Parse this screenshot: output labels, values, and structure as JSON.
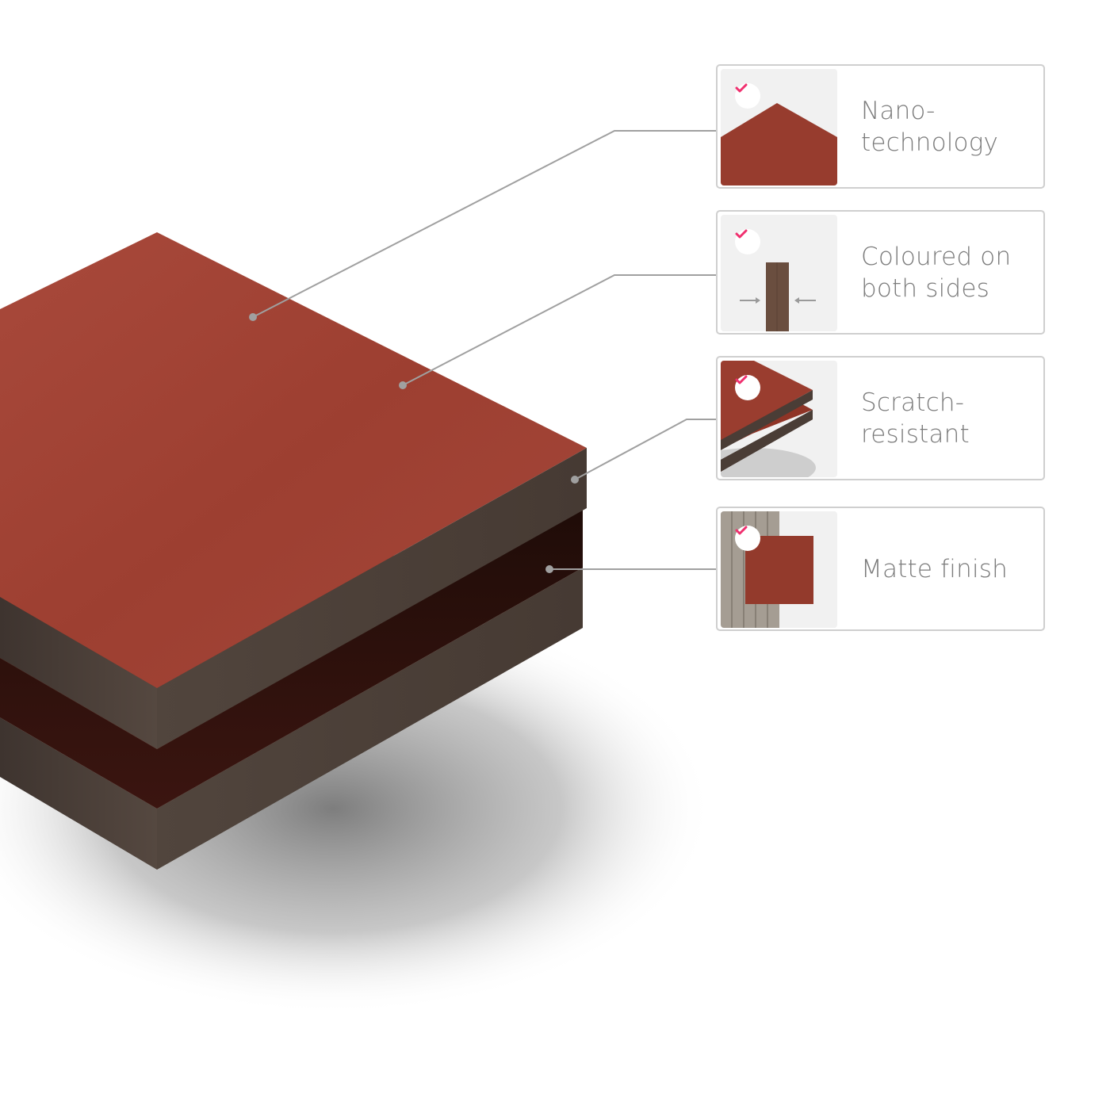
{
  "colors": {
    "panel_top": "#9a3d2f",
    "panel_top_light": "#a5473a",
    "panel_edge": "#4a3d36",
    "inner_face": "#2a110c",
    "callout_line": "#a0a0a0",
    "card_border": "#cfcfcf",
    "thumb_bg": "#f1f1f1",
    "check_mark": "#f0306f",
    "label_text": "#7b7b7b"
  },
  "features": [
    {
      "label": "Nano-\ntechnology",
      "icon": "nano-technology-thumbnail",
      "check_icon": "checkmark-icon"
    },
    {
      "label": "Coloured on\nboth sides",
      "icon": "coloured-both-sides-thumbnail",
      "check_icon": "checkmark-icon"
    },
    {
      "label": "Scratch-\nresistant",
      "icon": "scratch-resistant-thumbnail",
      "check_icon": "checkmark-icon"
    },
    {
      "label": "Matte finish",
      "icon": "matte-finish-thumbnail",
      "check_icon": "checkmark-icon"
    }
  ]
}
